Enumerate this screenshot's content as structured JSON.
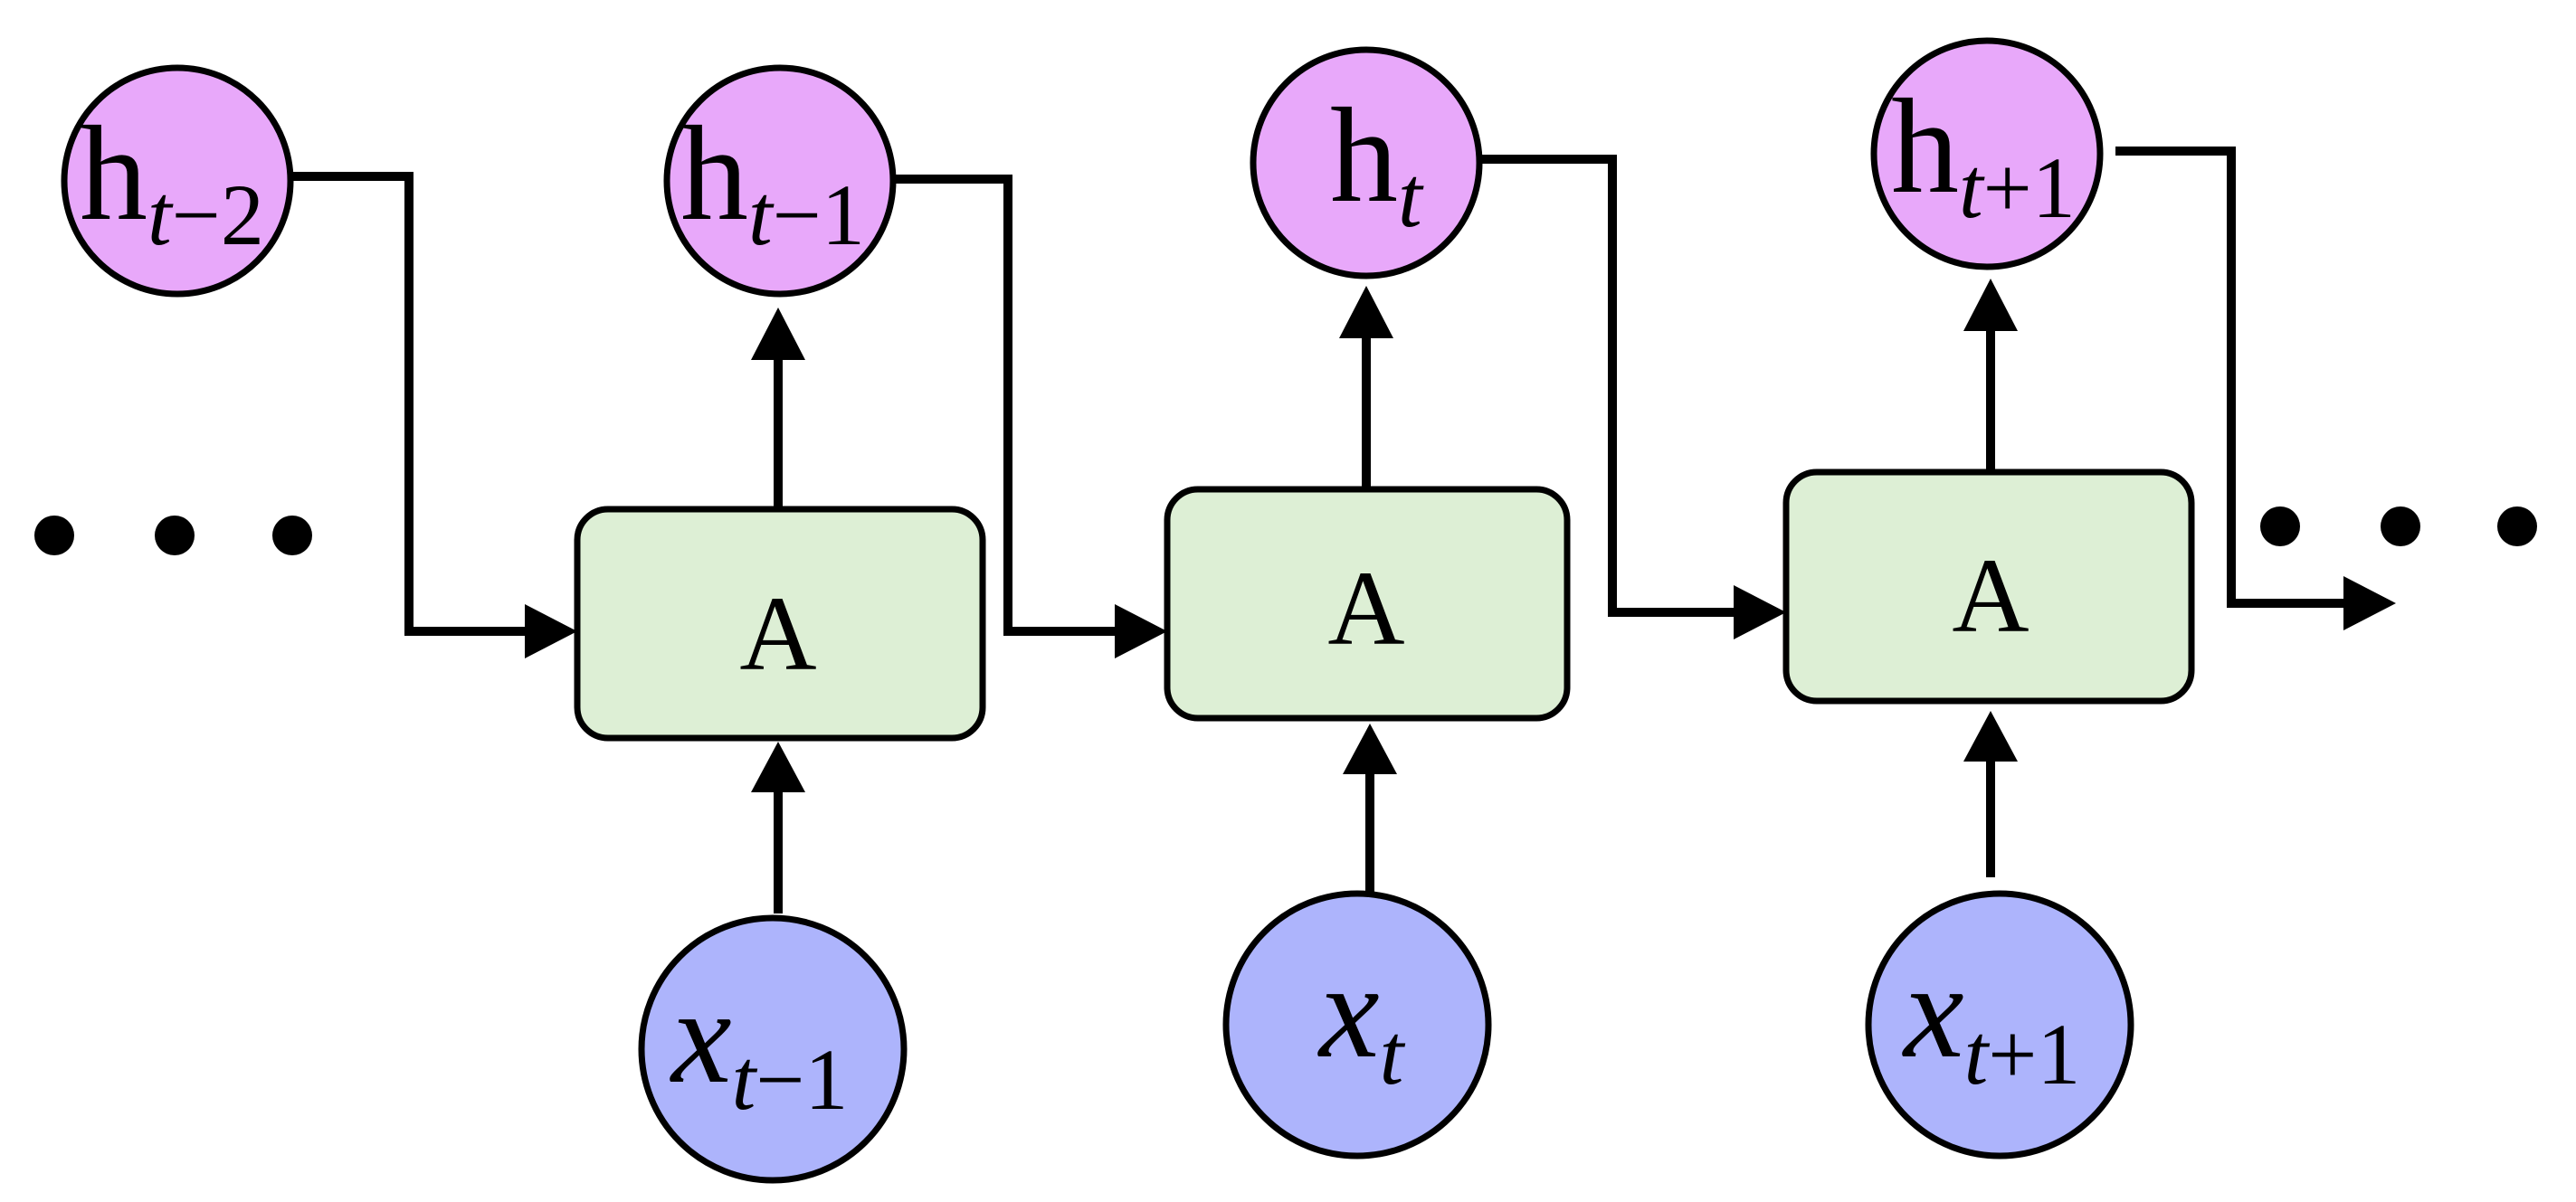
{
  "diagram": {
    "cell_label": "A",
    "states": [
      {
        "base": "h",
        "sub_t": "t",
        "sub_rest": "−2"
      },
      {
        "base": "h",
        "sub_t": "t",
        "sub_rest": "−1"
      },
      {
        "base": "h",
        "sub_t": "t",
        "sub_rest": ""
      },
      {
        "base": "h",
        "sub_t": "t",
        "sub_rest": "+1"
      }
    ],
    "inputs": [
      {
        "base": "x",
        "sub_t": "t",
        "sub_rest": "−1"
      },
      {
        "base": "x",
        "sub_t": "t",
        "sub_rest": ""
      },
      {
        "base": "x",
        "sub_t": "t",
        "sub_rest": "+1"
      }
    ],
    "colors": {
      "hidden_state": "#e8a8fa",
      "input": "#adb4fc",
      "cell": "#ddefd5"
    }
  }
}
